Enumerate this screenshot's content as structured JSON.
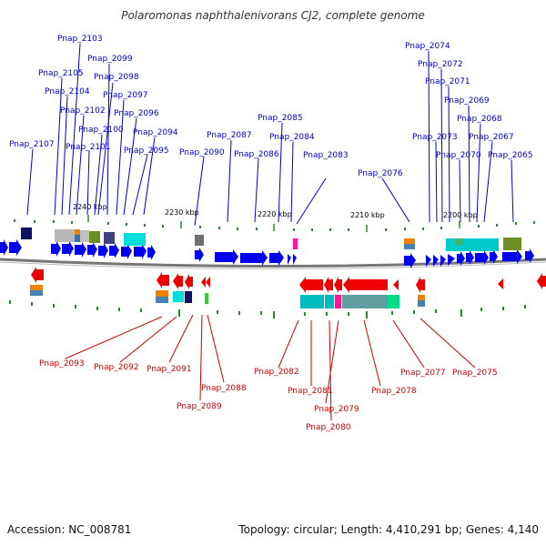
{
  "title": "Polaromonas naphthalenivorans CJ2, complete genome",
  "footer": {
    "accession": "Accession: NC_008781",
    "summary": "Topology: circular; Length: 4,410,291 bp; Genes: 4,140"
  },
  "scale_labels": [
    "2240 kbp",
    "2230 kbp",
    "2220 kbp",
    "2210 kbp",
    "2200 kbp"
  ],
  "top_genes": [
    "Pnap_2103",
    "Pnap_2099",
    "Pnap_2105",
    "Pnap_2098",
    "Pnap_2104",
    "Pnap_2097",
    "Pnap_2102",
    "Pnap_2096",
    "Pnap_2100",
    "Pnap_2094",
    "Pnap_2107",
    "Pnap_2101",
    "Pnap_2095",
    "Pnap_2090",
    "Pnap_2087",
    "Pnap_2086",
    "Pnap_2085",
    "Pnap_2084",
    "Pnap_2083",
    "Pnap_2076",
    "Pnap_2074",
    "Pnap_2072",
    "Pnap_2071",
    "Pnap_2069",
    "Pnap_2068",
    "Pnap_2073",
    "Pnap_2067",
    "Pnap_2070",
    "Pnap_2065"
  ],
  "bottom_genes": [
    "Pnap_2093",
    "Pnap_2092",
    "Pnap_2091",
    "Pnap_2088",
    "Pnap_2089",
    "Pnap_2082",
    "Pnap_2081",
    "Pnap_2079",
    "Pnap_2080",
    "Pnap_2078",
    "Pnap_2077",
    "Pnap_2075"
  ],
  "colors": {
    "forward_gene": "#0000ee",
    "reverse_gene": "#ee0000",
    "forward_label": "#0000cc",
    "reverse_label": "#cc0000",
    "backbone": "#888888",
    "tick": "#2a8a2a"
  }
}
